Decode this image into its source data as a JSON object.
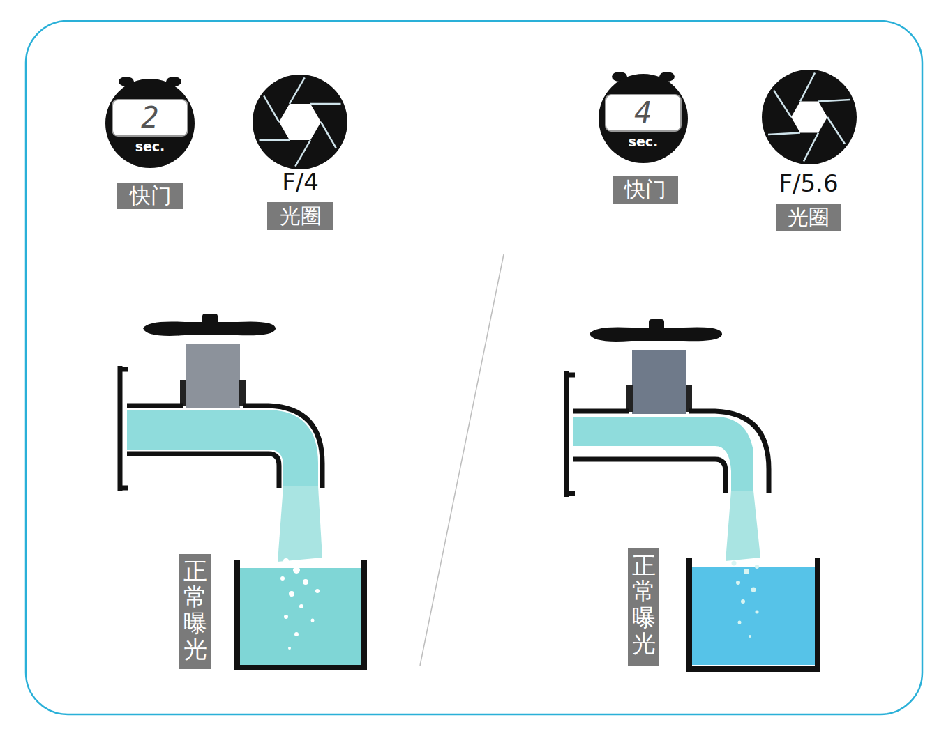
{
  "diagram": {
    "nodes": [
      {
        "text": [
          "2",
          "sec."
        ]
      },
      {
        "text": [
          "快门"
        ]
      },
      {
        "text": [
          "F/4",
          "光圈"
        ]
      },
      {
        "text": [
          "4",
          "sec."
        ]
      },
      {
        "text": [
          "快门"
        ]
      },
      {
        "text": [
          "F/5.6",
          "光圈"
        ]
      },
      {
        "text": [
          "正常曝光"
        ]
      },
      {
        "text": [
          "正常曝光"
        ]
      }
    ]
  }
}
